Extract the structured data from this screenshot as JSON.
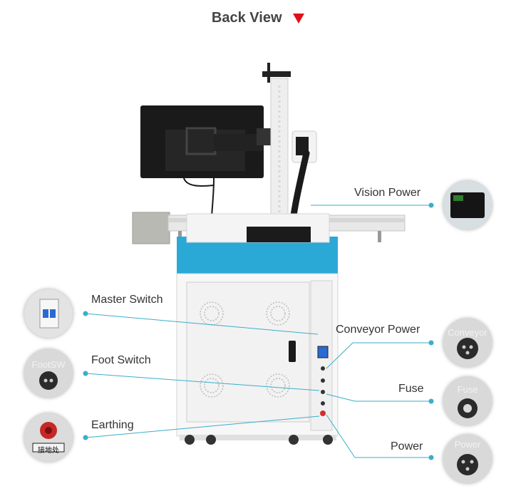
{
  "header": {
    "title": "Back View"
  },
  "callouts": {
    "vision_power": "Vision Power",
    "master_switch": "Master Switch",
    "conveyor_power": "Conveyor Power",
    "foot_switch": "Foot Switch",
    "fuse": "Fuse",
    "earthing": "Earthing",
    "power": "Power"
  },
  "thumb_text": {
    "conveyor": "Conveyor",
    "footsw": "FootSW",
    "fuse": "Fuse",
    "power": "Power",
    "earth_tag": "接地处"
  },
  "colors": {
    "accent_red": "#e01018",
    "callout_line": "#3aaec8",
    "cabinet_blue": "#2aa8d6"
  }
}
